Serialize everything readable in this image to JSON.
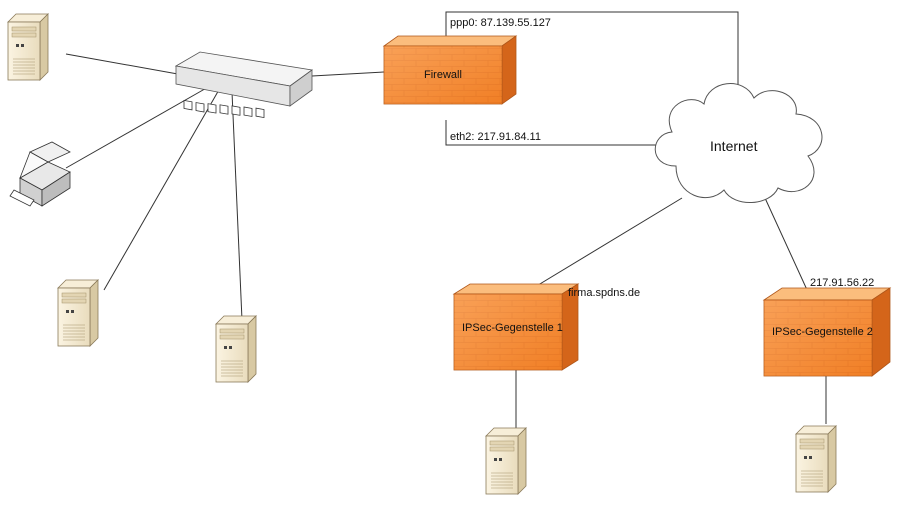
{
  "labels": {
    "firewall": "Firewall",
    "internet": "Internet",
    "ppp0": "ppp0: 87.139.55.127",
    "eth2": "eth2: 217.91.84.11",
    "remote1_name": "IPSec-Gegenstelle 1",
    "remote1_host": "firma.spdns.de",
    "remote2_name": "IPSec-Gegenstelle 2",
    "remote2_ip": "217.91.56.22"
  },
  "colors": {
    "firewall_orange": "#f5852a",
    "firewall_light": "#fbbd7d",
    "firewall_dark": "#c85a10",
    "server_beige": "#f2e7cf",
    "cloud_fill": "#ffffff",
    "line": "#333333"
  },
  "icons": {
    "lan_switch": "network-switch-icon",
    "server": "tower-server-icon",
    "printer": "printer-icon",
    "firewall": "brick-firewall-icon",
    "cloud": "cloud-icon"
  }
}
